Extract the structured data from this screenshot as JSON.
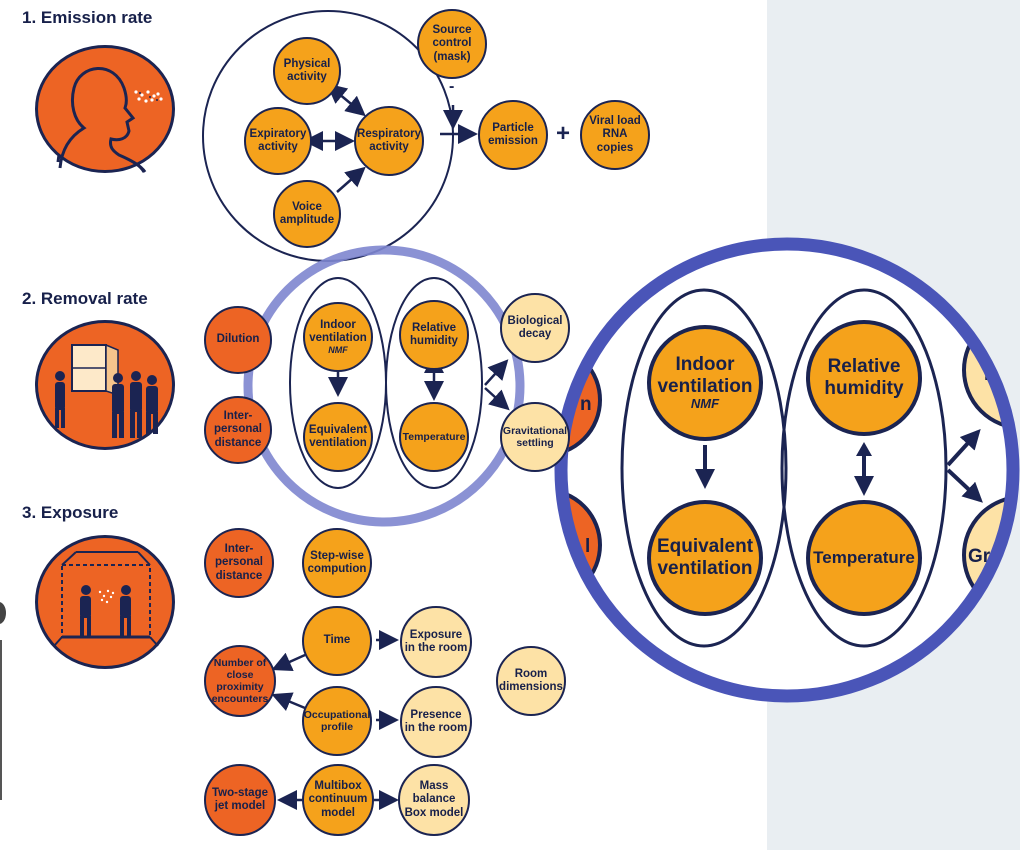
{
  "sections": {
    "emission": "1. Emission rate",
    "removal": "2. Removal rate",
    "exposure": "3. Exposure"
  },
  "emission_nodes": {
    "physical": "Physical activity",
    "expiratory": "Expiratory activity",
    "respiratory": "Respiratory activity",
    "voice": "Voice amplitude",
    "source": "Source control (mask)",
    "particle": "Particle emission",
    "viral": "Viral load RNA copies",
    "minus": "-",
    "plus": "+"
  },
  "removal_nodes": {
    "dilution": "Dilution",
    "interpersonal": "Inter-personal distance",
    "indoor": "Indoor ventilation",
    "nmf": "NMF",
    "equivalent": "Equivalent ventilation",
    "humidity": "Relative humidity",
    "temperature": "Temperature",
    "biological": "Biological decay",
    "gravitational": "Gravitational settling"
  },
  "exposure_nodes": {
    "interpersonal": "Inter-personal distance",
    "stepwise": "Step-wise compution",
    "time": "Time",
    "exposure_room": "Exposure in the room",
    "close_proximity": "Number of close proximity encounters",
    "room_dimensions": "Room dimensions",
    "occupational": "Occupational profile",
    "presence": "Presence in the room",
    "two_stage": "Two-stage jet model",
    "multibox": "Multibox continuum model",
    "mass_balance": "Mass balance Box model"
  },
  "zoom_nodes": {
    "indoor": "Indoor ventilation",
    "nmf": "NMF",
    "humidity": "Relative humidity",
    "equivalent": "Equivalent ventilation",
    "temperature": "Temperature",
    "edge_right_top": "L",
    "edge_right_bottom": "Gra",
    "edge_left_top": "n",
    "edge_left_bottom": "l"
  },
  "colors": {
    "navy": "#1b2452",
    "orange": "#f5a21b",
    "dark_orange": "#ed6424",
    "light_orange": "#fde2a6",
    "magnifier": "#4a55b8",
    "magnifier_light": "#7e86cf",
    "panel": "#e9eef2"
  }
}
